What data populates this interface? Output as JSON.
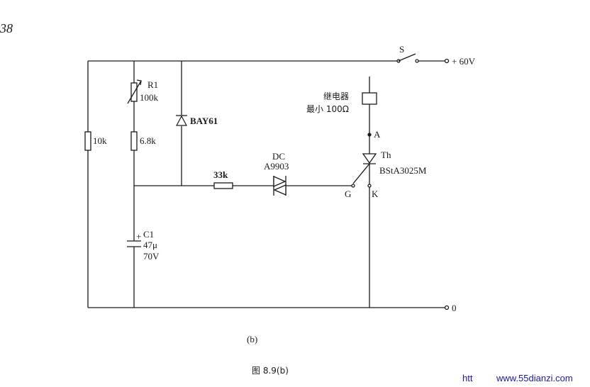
{
  "page_fragment": "38",
  "switch": {
    "label": "S"
  },
  "supply": {
    "positive": "+ 60V",
    "ground": "0"
  },
  "r1": {
    "name": "R1",
    "value": "100k"
  },
  "r2": {
    "value": "6.8k"
  },
  "r3": {
    "value": "10k"
  },
  "diode": {
    "label": "BAY61"
  },
  "r4": {
    "value": "33k"
  },
  "diac": {
    "line1": "DC",
    "line2": "A9903"
  },
  "c1": {
    "plus": "+",
    "name": "C1",
    "value": "47μ",
    "voltage": "70V"
  },
  "relay": {
    "line1": "继电器",
    "line2": "最小 100Ω"
  },
  "thyristor": {
    "name": "Th",
    "part": "BStA3025M",
    "anode": "A",
    "gate": "G",
    "cathode": "K"
  },
  "sublabel": "(b)",
  "caption": "图 8.9(b)",
  "watermark": {
    "left": "htt",
    "right": "www.55dianzi.com"
  }
}
